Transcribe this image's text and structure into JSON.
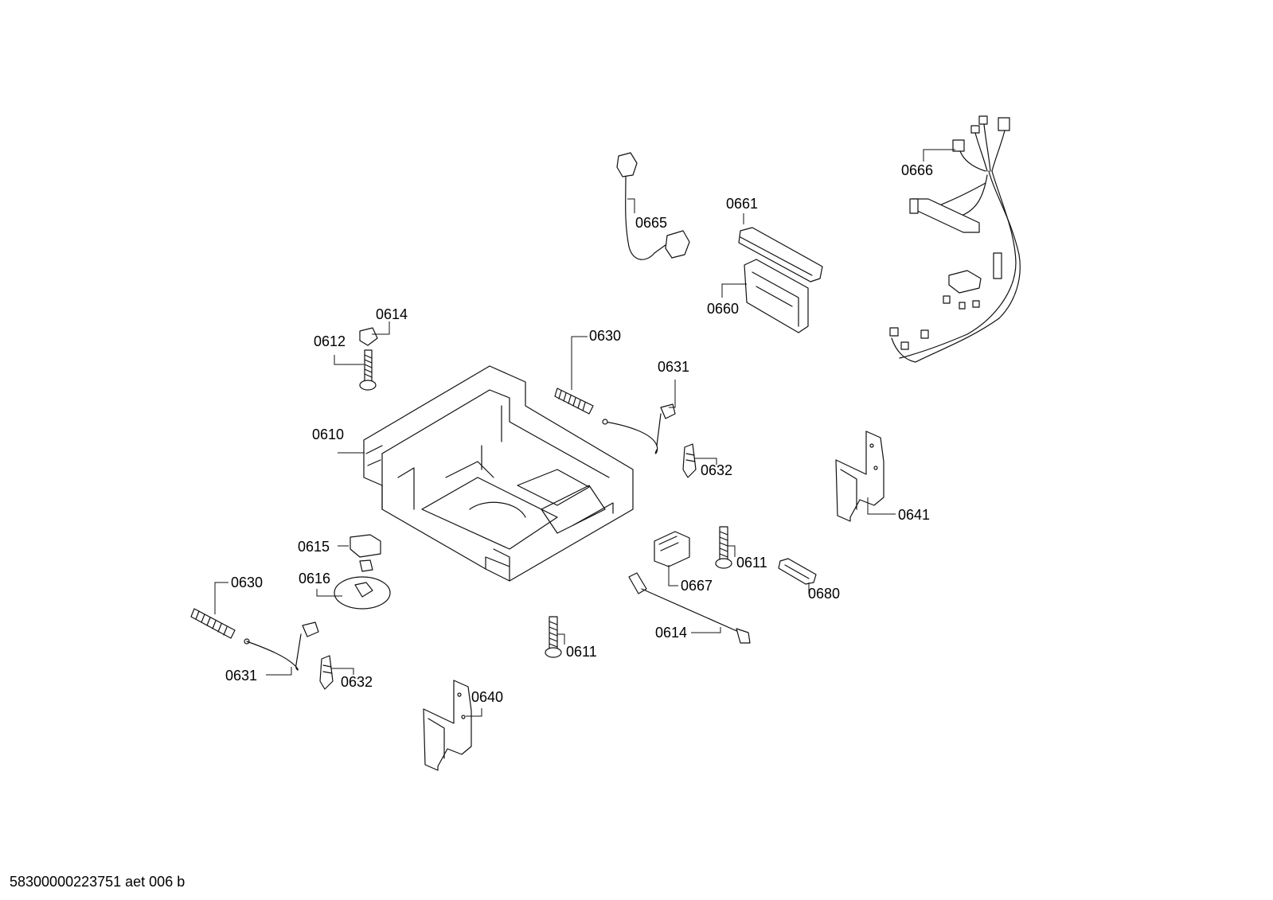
{
  "diagram": {
    "labels": [
      {
        "id": "l0666",
        "text": "0666"
      },
      {
        "id": "l0661",
        "text": "0661"
      },
      {
        "id": "l0665",
        "text": "0665"
      },
      {
        "id": "l0660",
        "text": "0660"
      },
      {
        "id": "l0614a",
        "text": "0614"
      },
      {
        "id": "l0612",
        "text": "0612"
      },
      {
        "id": "l0630a",
        "text": "0630"
      },
      {
        "id": "l0631a",
        "text": "0631"
      },
      {
        "id": "l0610",
        "text": "0610"
      },
      {
        "id": "l0632a",
        "text": "0632"
      },
      {
        "id": "l0641",
        "text": "0641"
      },
      {
        "id": "l0615",
        "text": "0615"
      },
      {
        "id": "l0611a",
        "text": "0611"
      },
      {
        "id": "l0616",
        "text": "0616"
      },
      {
        "id": "l0667",
        "text": "0667"
      },
      {
        "id": "l0680",
        "text": "0680"
      },
      {
        "id": "l0630b",
        "text": "0630"
      },
      {
        "id": "l0614b",
        "text": "0614"
      },
      {
        "id": "l0611b",
        "text": "0611"
      },
      {
        "id": "l0631b",
        "text": "0631"
      },
      {
        "id": "l0632b",
        "text": "0632"
      },
      {
        "id": "l0640",
        "text": "0640"
      }
    ],
    "footer": "58300000223751 aet 006 b"
  }
}
